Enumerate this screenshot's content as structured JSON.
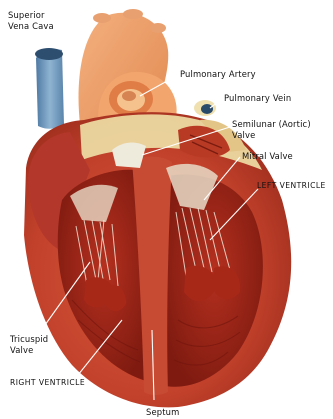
{
  "labels": {
    "superior_vena_cava": [
      "Superior",
      "Vena Cava"
    ],
    "pulmonary_artery": "Pulmonary Artery",
    "pulmonary_vein": "Pulmonary Vein",
    "semilunar_valve": [
      "Semilunar (Aortic)",
      "Valve"
    ],
    "mitral_valve": "Mitral Valve",
    "left_ventricle": "LEFT VENTRICLE",
    "tricuspid_valve": [
      "Tricuspid",
      "Valve"
    ],
    "right_ventricle": "RIGHT VENTRICLE",
    "septum": "Septum"
  },
  "colors": {
    "outer_wall": "#c8402a",
    "cavity": "#9e2418",
    "aorta": "#f0a070",
    "vena_cava": "#6a93b8",
    "fat": "#ead8a0",
    "leader_line": "#ffffff"
  }
}
